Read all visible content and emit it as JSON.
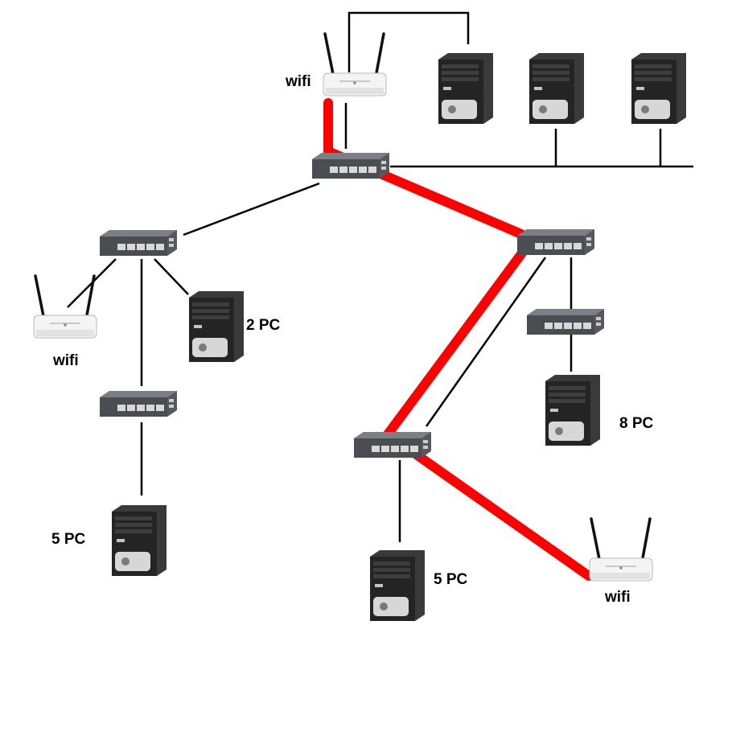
{
  "colors": {
    "background": "#ffffff",
    "link": "#000000",
    "highlight_path": "#ff0000",
    "router_body": "#f2f2f2",
    "switch_body": "#5e6166",
    "pc_body": "#2b2b2b"
  },
  "icons": {
    "router": "wifi-router-icon",
    "switch": "network-switch-icon",
    "pc": "desktop-tower-icon"
  },
  "labels": {
    "wifi_top": "wifi",
    "wifi_left": "wifi",
    "wifi_bottom": "wifi",
    "pc_group_left_small": "2 PC",
    "pc_group_left_bottom": "5 PC",
    "pc_group_right": "8 PC",
    "pc_group_center_bottom": "5 PC"
  }
}
